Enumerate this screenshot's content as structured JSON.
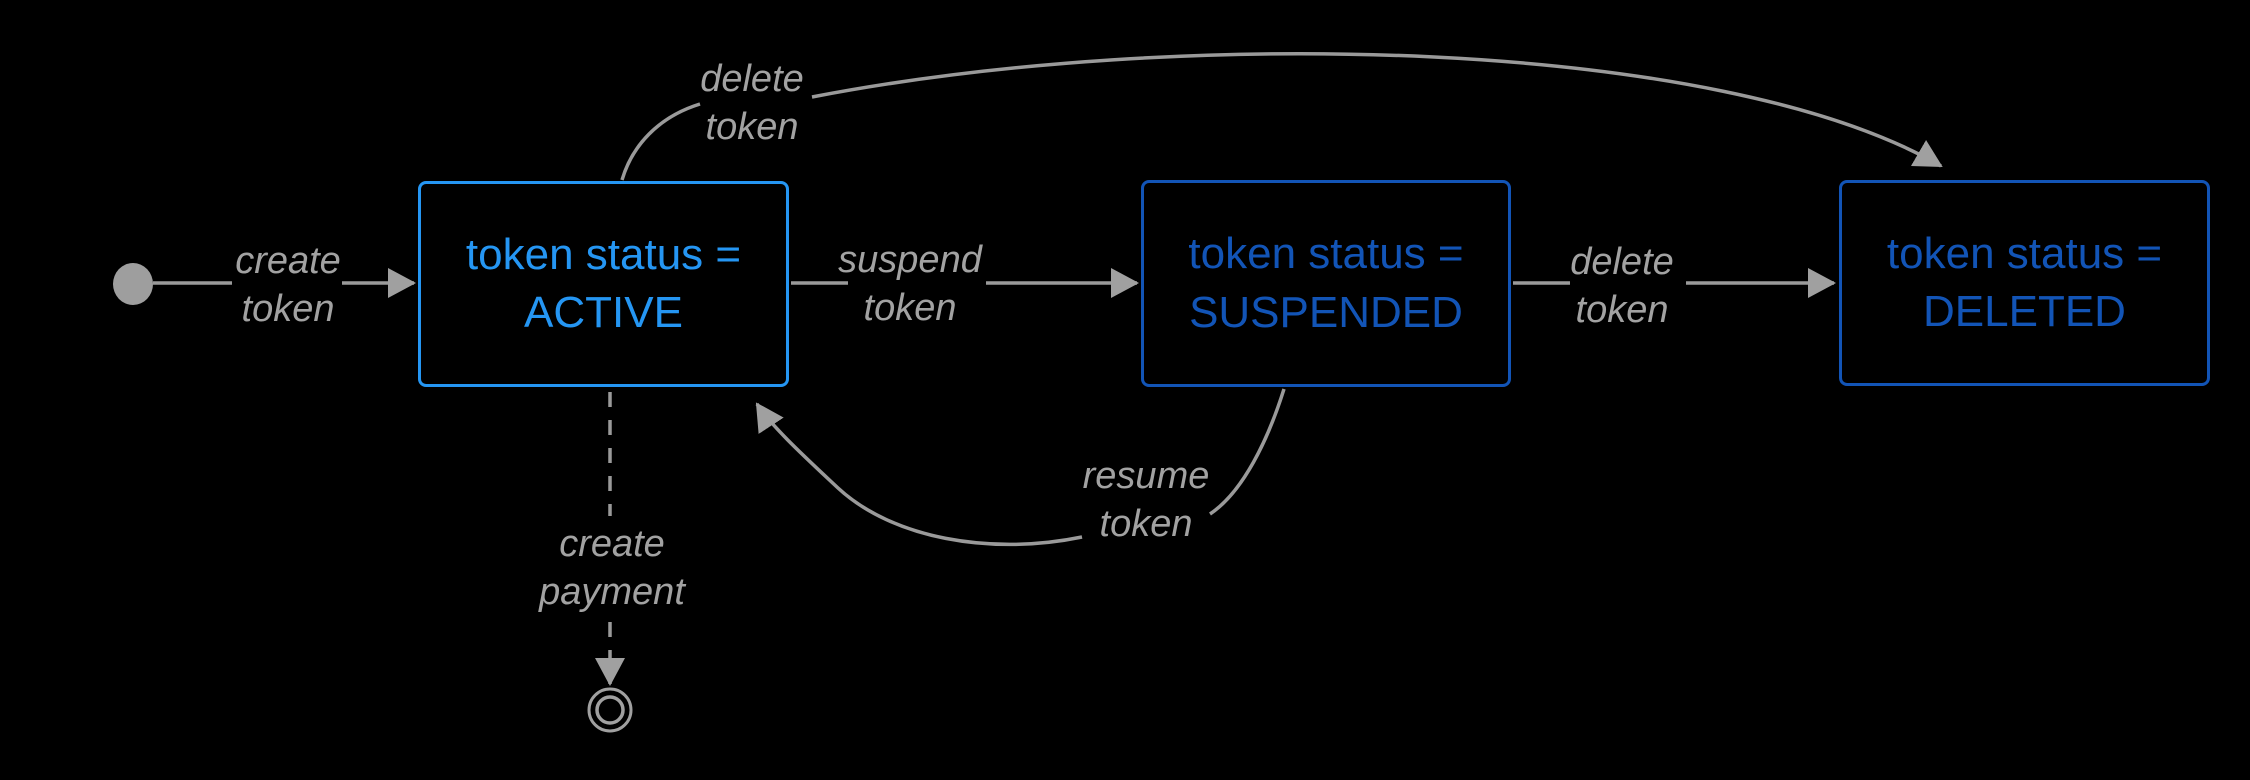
{
  "diagram_type": "state-diagram",
  "states": {
    "active": {
      "label": "token status =\nACTIVE"
    },
    "suspended": {
      "label": "token status =\nSUSPENDED"
    },
    "deleted": {
      "label": "token status =\nDELETED"
    }
  },
  "nodes": {
    "initial": {
      "shape": "filled-circle"
    },
    "final": {
      "shape": "double-circle"
    }
  },
  "transitions": {
    "create_token": {
      "label": "create\ntoken",
      "from": "initial",
      "to": "active"
    },
    "suspend_token": {
      "label": "suspend\ntoken",
      "from": "active",
      "to": "suspended"
    },
    "delete_token_mid": {
      "label": "delete\ntoken",
      "from": "suspended",
      "to": "deleted"
    },
    "delete_token_top": {
      "label": "delete\ntoken",
      "from": "active",
      "to": "deleted"
    },
    "resume_token": {
      "label": "resume\ntoken",
      "from": "suspended",
      "to": "active"
    },
    "create_payment": {
      "label": "create\npayment",
      "from": "active",
      "to": "final"
    }
  },
  "colors": {
    "background": "#000000",
    "active_state_blue": "#2596F3",
    "inactive_state_blue": "#1254B6",
    "edge_gray": "#9A9A9A",
    "arrowhead_gray": "#A0A0A0",
    "label_gray": "#A2A2A2",
    "node_gray": "#9E9E9E"
  }
}
